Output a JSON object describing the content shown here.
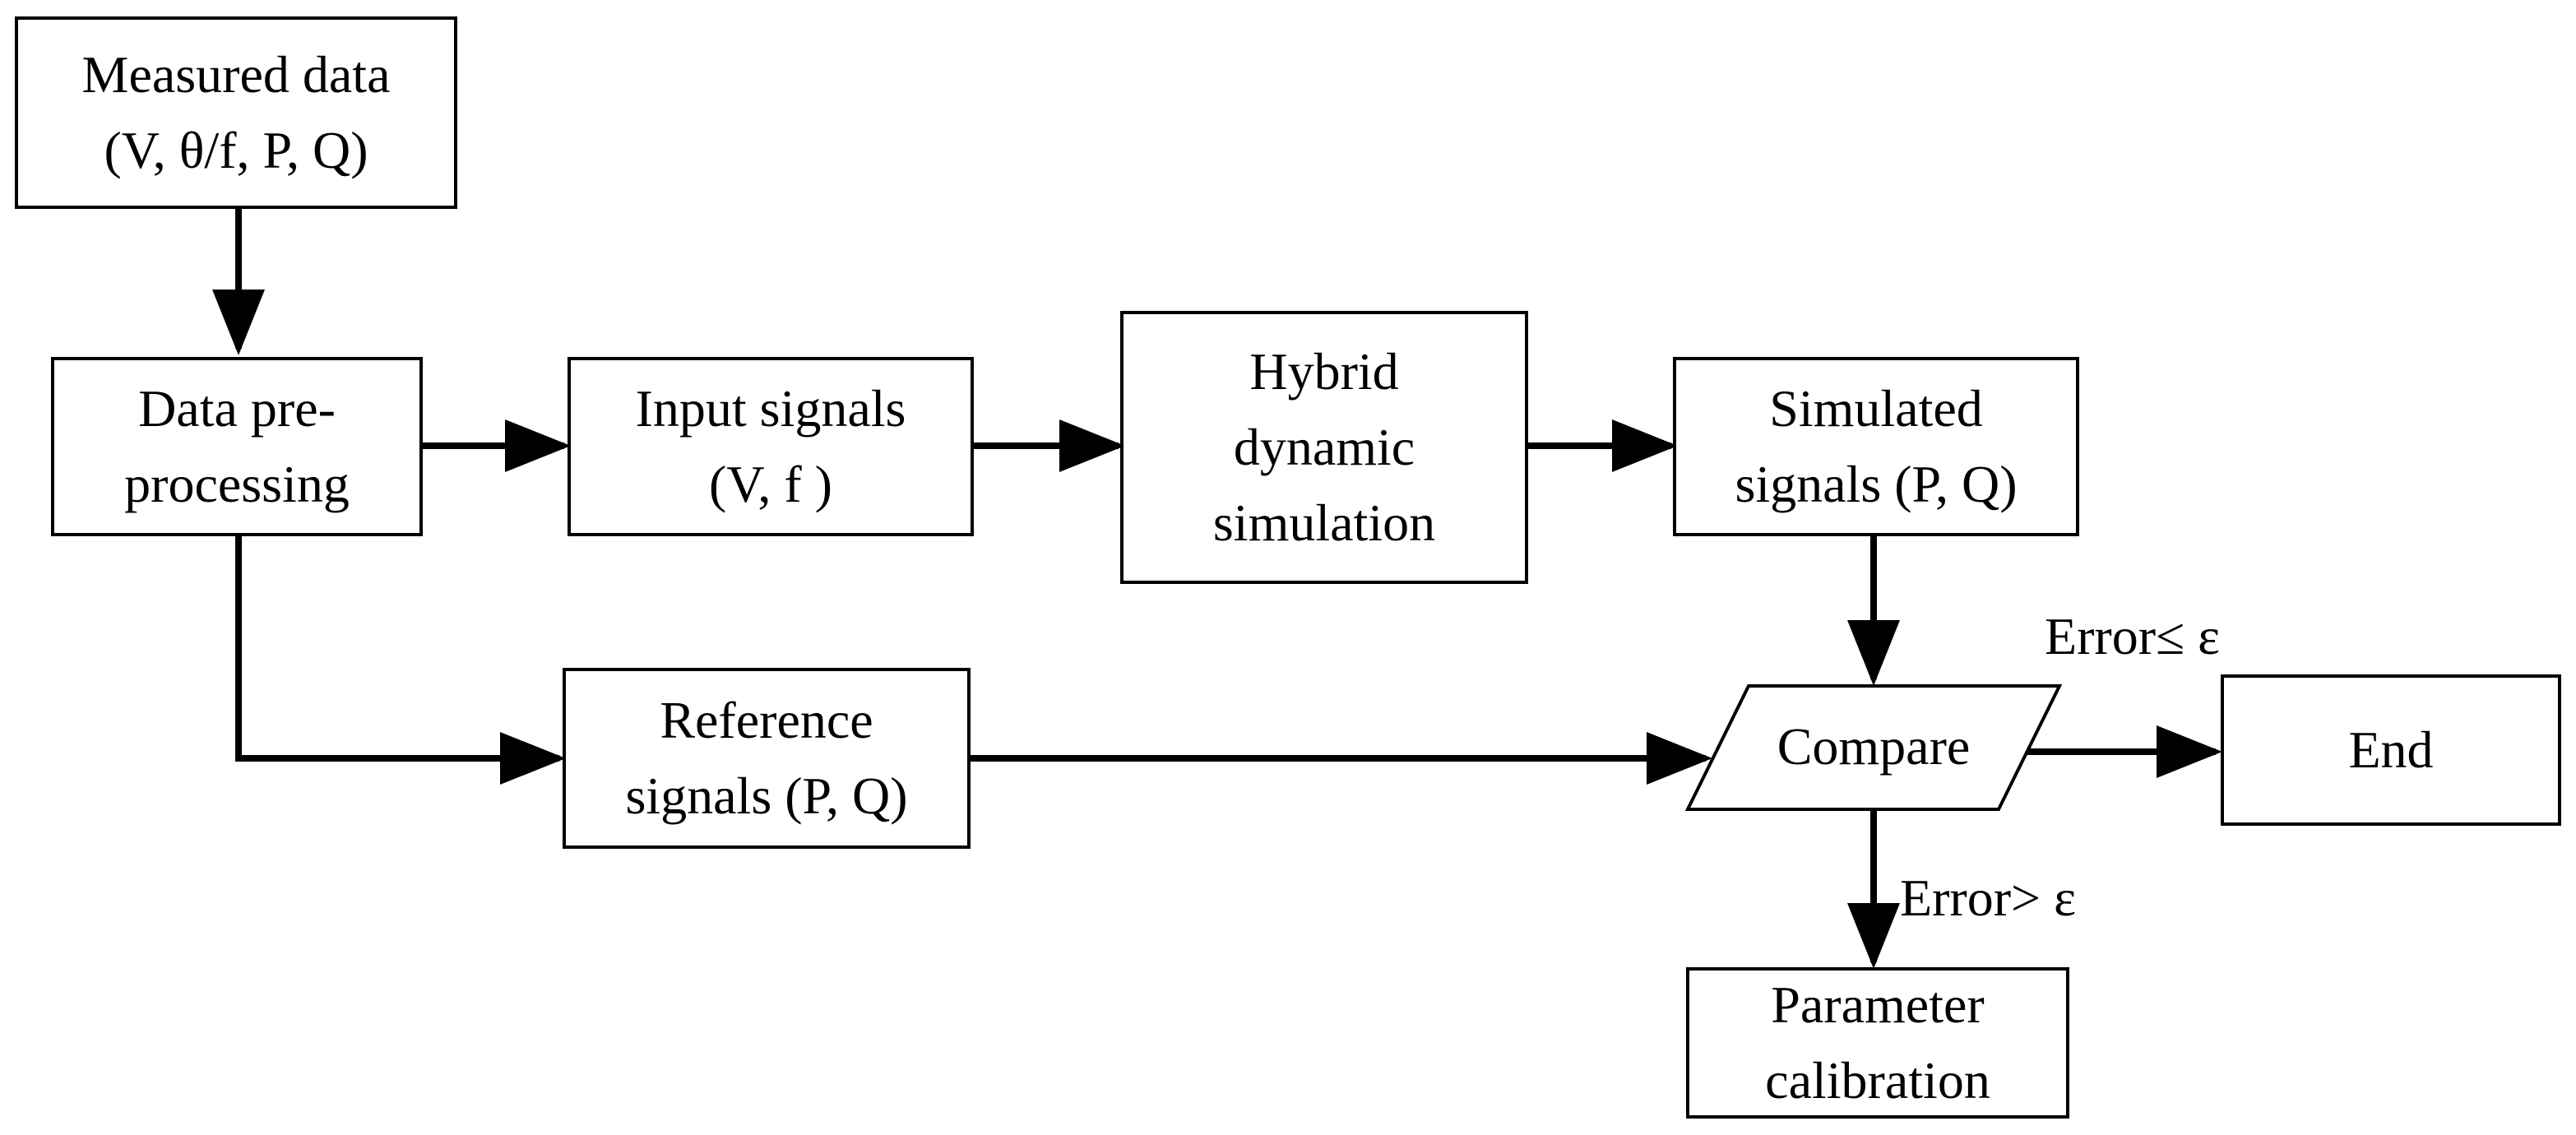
{
  "nodes": {
    "measured": {
      "line1": "Measured data",
      "line2": "(V, θ/f, P, Q)"
    },
    "preprocessing": {
      "line1": "Data pre-",
      "line2": "processing"
    },
    "input": {
      "line1": "Input signals",
      "line2": "(V, f )"
    },
    "hybrid": {
      "line1": "Hybrid",
      "line2": "dynamic",
      "line3": "simulation"
    },
    "simulated": {
      "line1": "Simulated",
      "line2": "signals (P, Q)"
    },
    "reference": {
      "line1": "Reference",
      "line2": "signals (P, Q)"
    },
    "compare": {
      "label": "Compare"
    },
    "end": {
      "label": "End"
    },
    "calibration": {
      "line1": "Parameter",
      "line2": "calibration"
    }
  },
  "edges": {
    "error_le": "Error≤ ε",
    "error_gt": "Error> ε"
  }
}
